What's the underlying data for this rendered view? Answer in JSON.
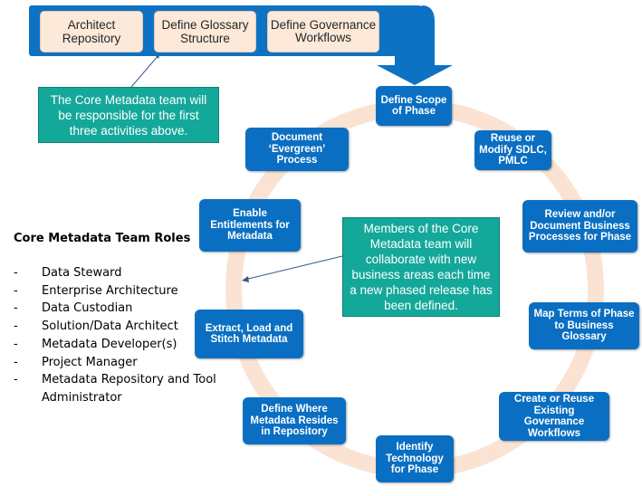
{
  "top_activities": [
    {
      "label": "Architect Repository"
    },
    {
      "label": "Define Glossary Structure"
    },
    {
      "label": "Define Governance Workflows"
    }
  ],
  "callouts": {
    "core_team": "The Core Metadata team will be responsible for the first three activities above.",
    "members": "Members of the Core Metadata team will collaborate with new business areas each time a new phased release has been defined."
  },
  "cycle_steps": [
    {
      "label": "Define Scope of Phase"
    },
    {
      "label": "Reuse or Modify SDLC, PMLC"
    },
    {
      "label": "Review and/or Document Business Processes for Phase"
    },
    {
      "label": "Map Terms of Phase to Business Glossary"
    },
    {
      "label": "Create or Reuse Existing Governance Workflows"
    },
    {
      "label": "Identify Technology for Phase"
    },
    {
      "label": "Define Where Metadata Resides in Repository"
    },
    {
      "label": "Extract, Load and Stitch Metadata"
    },
    {
      "label": "Enable Entitlements for Metadata"
    },
    {
      "label": "Document ‘Evergreen’ Process"
    }
  ],
  "roles": {
    "title": "Core Metadata Team Roles",
    "bullet": "-",
    "items": [
      "Data Steward",
      "Enterprise Architecture",
      "Data Custodian",
      "Solution/Data Architect",
      "Metadata Developer(s)",
      "Project Manager",
      "Metadata Repository and Tool Administrator"
    ]
  },
  "colors": {
    "banner": "#0e72c4",
    "step_box": "#0a6fc2",
    "callout": "#14a89a",
    "activity_box": "#fce9da",
    "cycle_ring": "#fbe3d3"
  }
}
